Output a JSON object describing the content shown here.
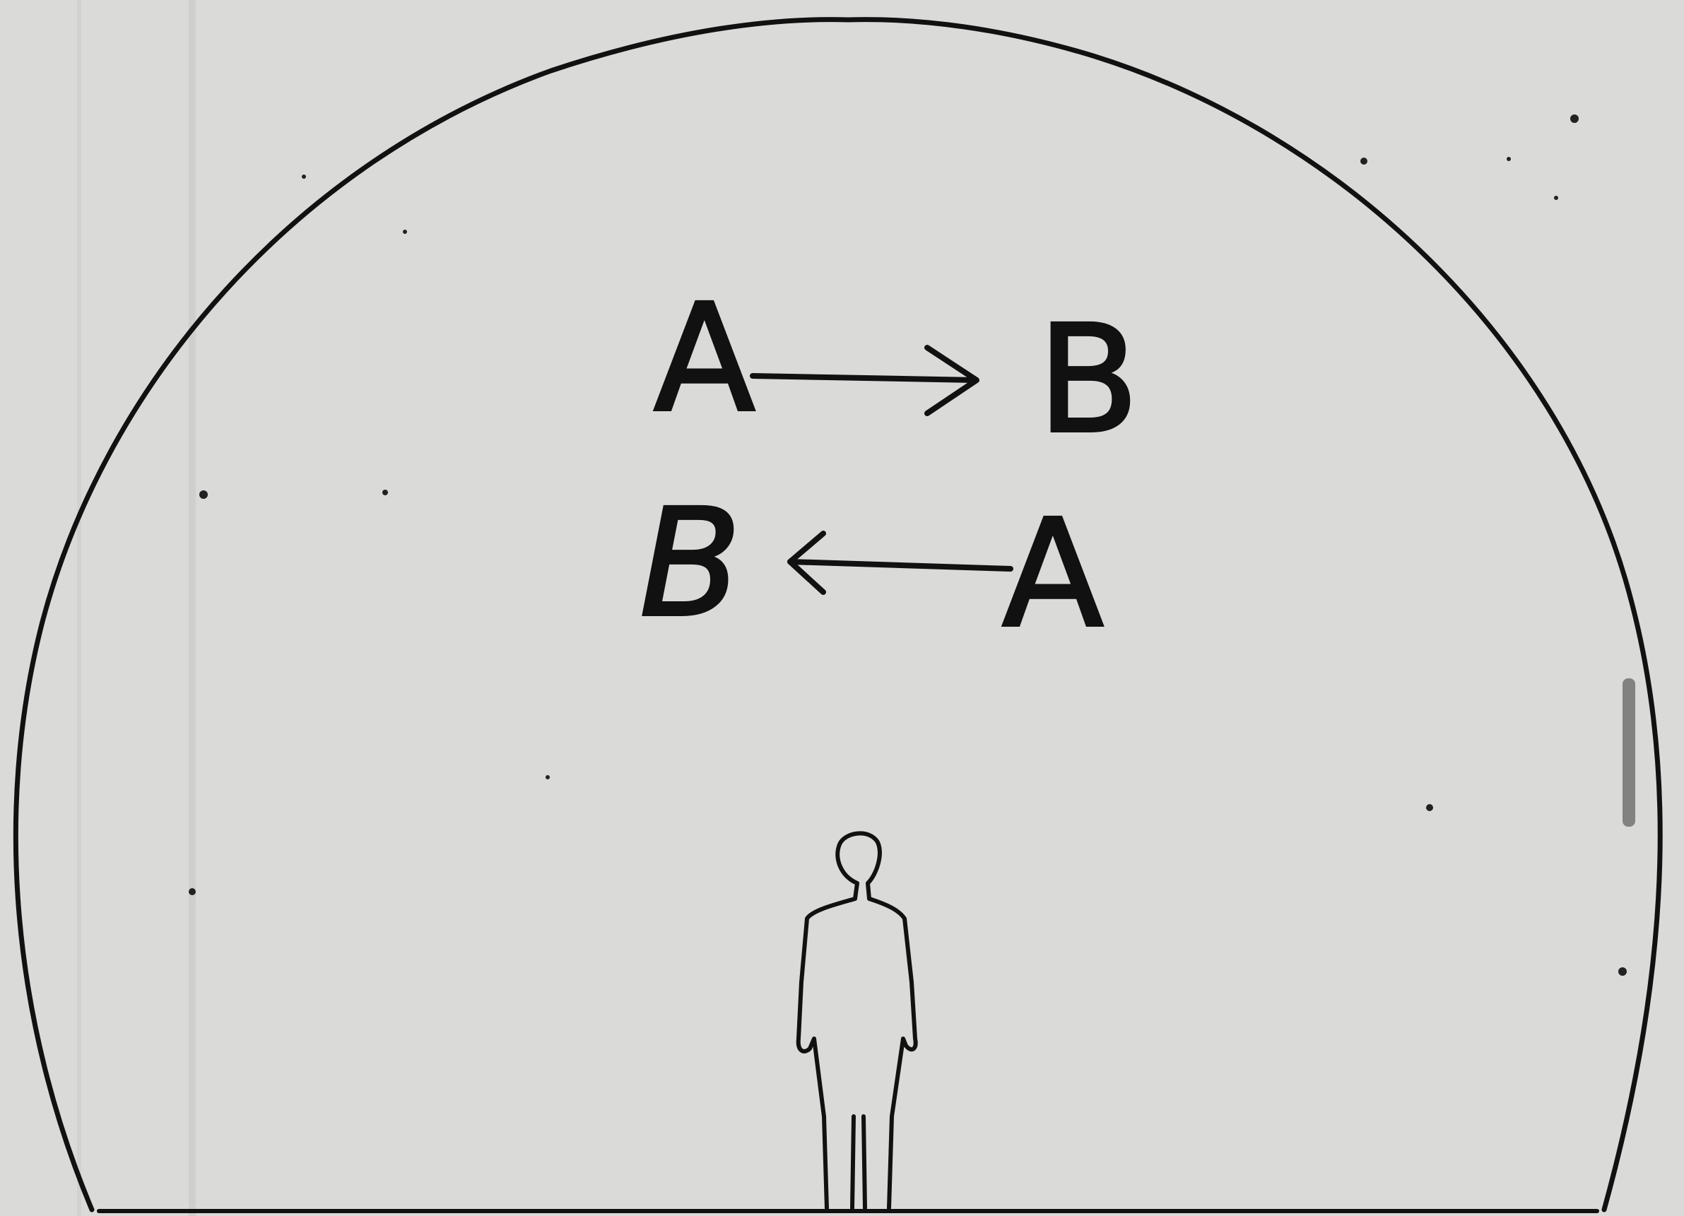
{
  "diagram": {
    "rows": [
      {
        "left": "A",
        "right": "B",
        "direction": "left-to-right"
      },
      {
        "left": "B",
        "right": "A",
        "direction": "right-to-left"
      }
    ],
    "figure": "standing-person-silhouette",
    "dome": "semicircle-outline"
  },
  "colors": {
    "paper": "#dadad8",
    "ink": "#111111"
  }
}
